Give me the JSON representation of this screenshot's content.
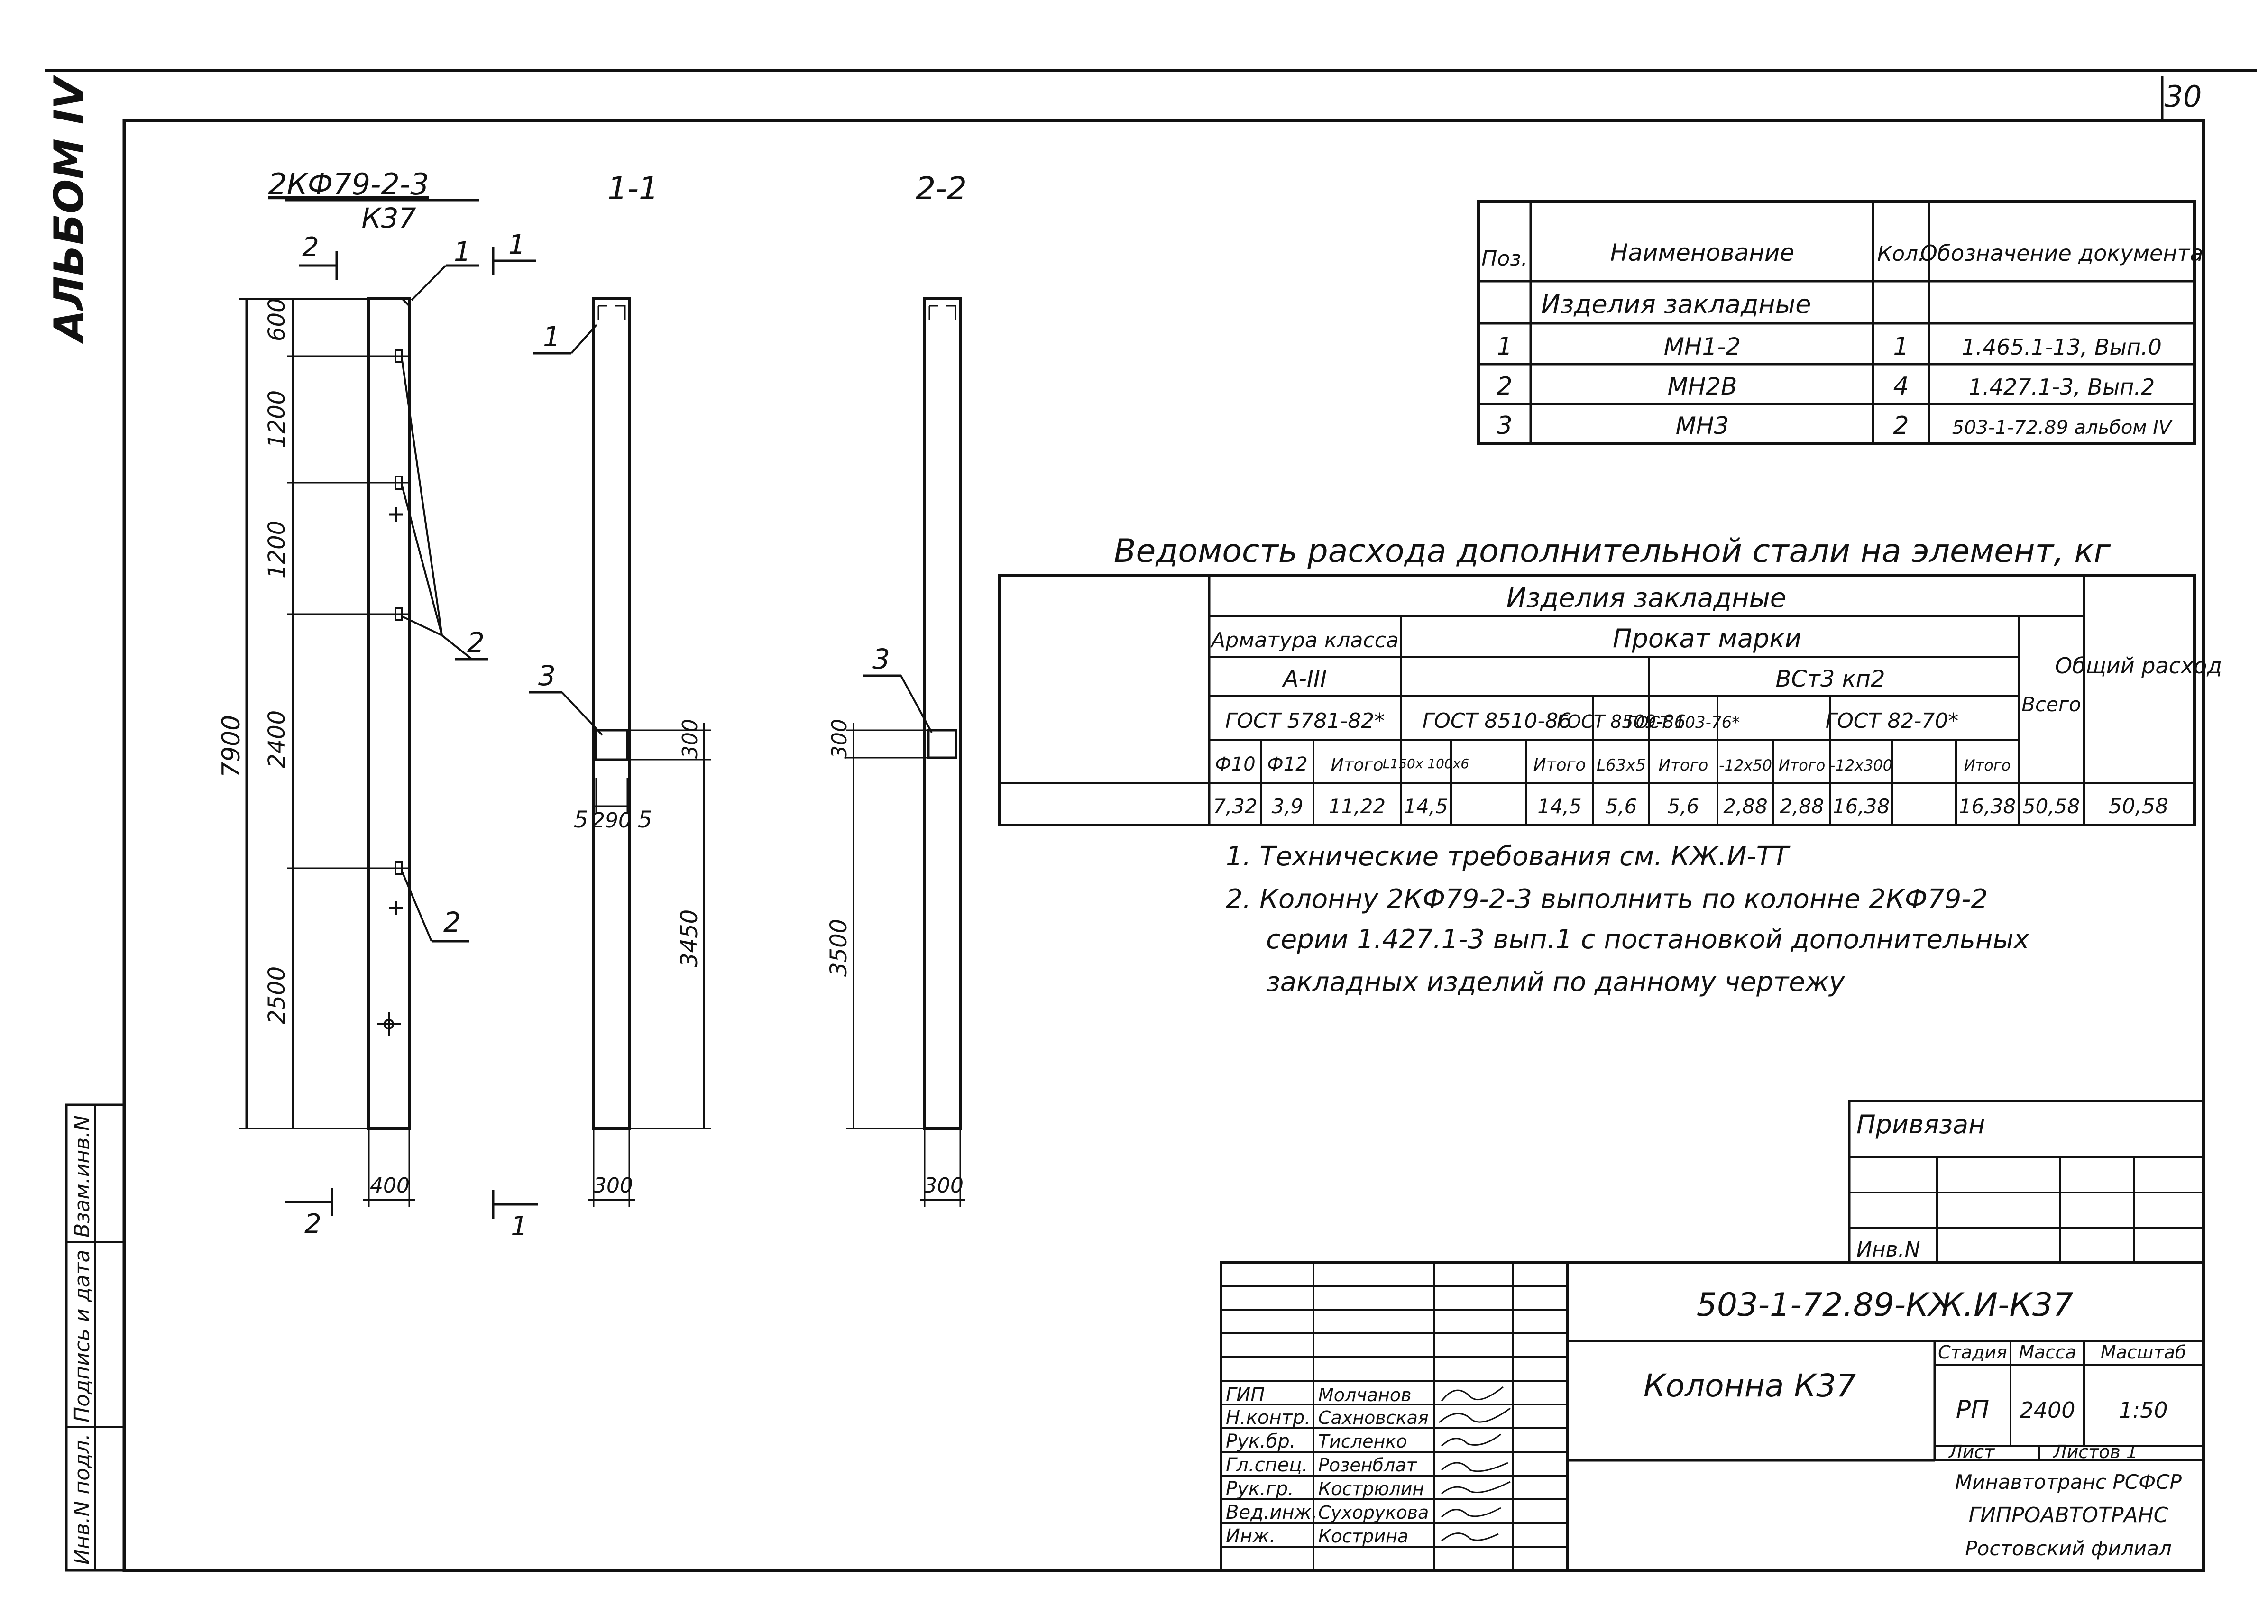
{
  "sheet": {
    "number": "30",
    "album": "АЛЬБОМ IV"
  },
  "side_stamp": [
    "Инв.N подл.",
    "Подпись и дата",
    "Взам.инв.N"
  ],
  "drawing": {
    "element_mark": "2КФ79-2-3",
    "element_code": "К37",
    "section_1": "1-1",
    "section_2": "2-2",
    "cut_mark_1": "1",
    "cut_mark_2": "2",
    "dim_total": "7900",
    "dims_left": [
      "600",
      "1200",
      "1200",
      "2400",
      "2500"
    ],
    "dim_width_elev": "400",
    "dim_width_sec": "300",
    "dim_width_sec2": "300",
    "sec1_hole": "300",
    "sec1_height": "3450",
    "sec1_offsets": [
      "5",
      "290",
      "5"
    ],
    "sec2_hole": "300",
    "sec2_height": "3500",
    "pos_labels": [
      "1",
      "2",
      "2",
      "3",
      "3",
      "1"
    ]
  },
  "items_table": {
    "headers": [
      "Поз.",
      "Наименование",
      "Кол.",
      "Обозначение документа"
    ],
    "section_title": "Изделия закладные",
    "rows": [
      [
        "1",
        "МН1-2",
        "1",
        "1.465.1-13, Вып.0"
      ],
      [
        "2",
        "МН2В",
        "4",
        "1.427.1-3, Вып.2"
      ],
      [
        "3",
        "МН3",
        "2",
        "503-1-72.89 альбом IV"
      ]
    ]
  },
  "steel_table": {
    "title": "Ведомость расхода дополнительной стали на элемент, кг",
    "group": "Изделия закладные",
    "rebar_class": "Арматура класса",
    "rebar_grade": "А-III",
    "rolled": "Прокат марки",
    "rolled_grade": "ВСт3 кп2",
    "total": "Всего",
    "general": "Общий расход",
    "gosts": [
      "ГОСТ 5781-82*",
      "ГОСТ 8510-86",
      "ГОСТ 8509-86",
      "ГОСТ 103-76*",
      "ГОСТ 82-70*"
    ],
    "subheads": [
      "Ф10",
      "Ф12",
      "Итого",
      "L150x 100x6",
      "Итого",
      "L63x5",
      "Итого",
      "-12x50",
      "Итого",
      "-12x300",
      "Итого"
    ],
    "values": [
      "7,32",
      "3,9",
      "11,22",
      "14,5",
      "14,5",
      "5,6",
      "5,6",
      "2,88",
      "2,88",
      "16,38",
      "16,38",
      "50,58",
      "50,58"
    ]
  },
  "notes": [
    "1. Технические требования см. КЖ.И-ТТ",
    "2. Колонну 2КФ79-2-3 выполнить по колонне 2КФ79-2",
    "серии 1.427.1-3 вып.1 с постановкой дополнительных",
    "закладных изделий по данному чертежу"
  ],
  "title_block": {
    "linked": "Привязан",
    "inv": "Инв.N",
    "code": "503-1-72.89-КЖ.И-К37",
    "name": "Колонна К37",
    "stage_h": "Стадия",
    "mass_h": "Масса",
    "scale_h": "Масштаб",
    "stage": "РП",
    "mass": "2400",
    "scale": "1:50",
    "sheet_h": "Лист",
    "sheets_h": "Листов 1",
    "org": [
      "Минавтотранс РСФСР",
      "ГИПРОАВТОТРАНС",
      "Ростовский филиал"
    ],
    "roles": [
      "ГИП",
      "Н.контр.",
      "Рук.бр.",
      "Гл.спец.",
      "Рук.гр.",
      "Вед.инж.",
      "Инж."
    ],
    "names": [
      "Молчанов",
      "Сахновская",
      "Тисленко",
      "Розенблат",
      "Кострюлин",
      "Сухорукова",
      "Кострина"
    ]
  }
}
